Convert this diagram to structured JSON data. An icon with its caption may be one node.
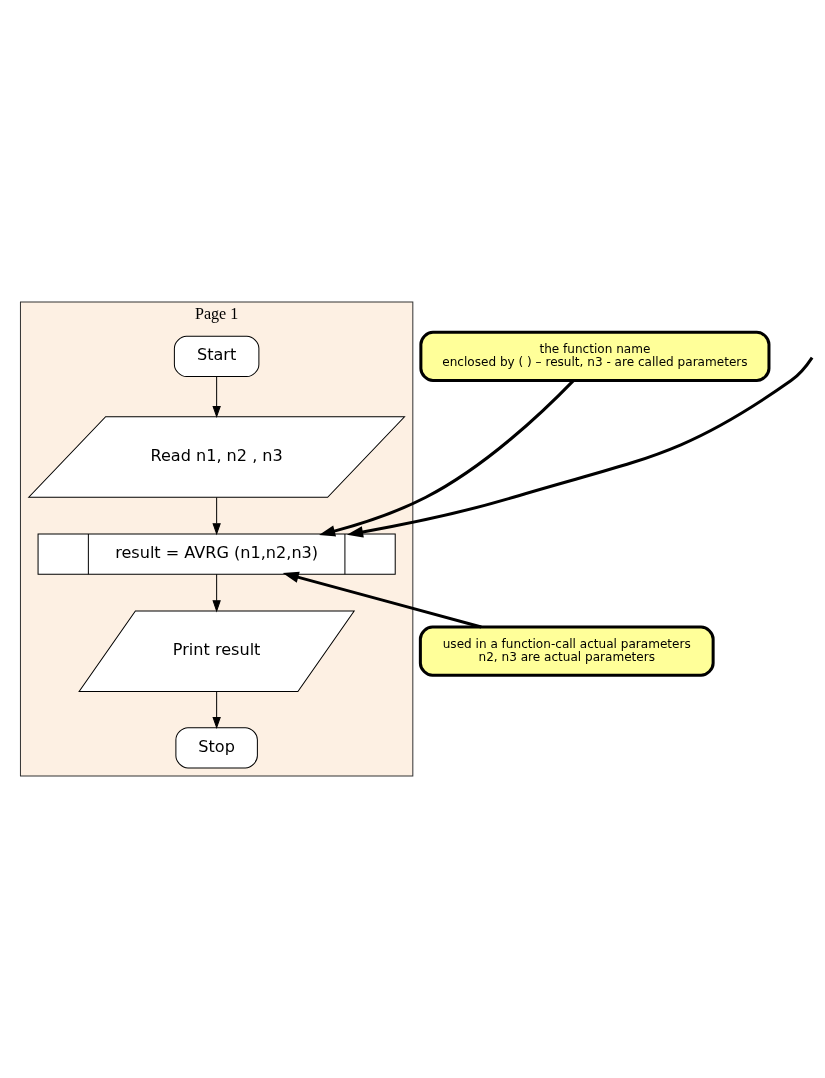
{
  "diagram": {
    "nodes": [
      {
        "text": [
          "Page 1"
        ]
      },
      {
        "text": [
          "Start"
        ],
        "in": 0
      },
      {
        "text": [
          "Read n1, n2 , n3"
        ],
        "in": 0
      },
      {
        "text": [
          "result = AVRG (n1,n2,n3)"
        ],
        "in": 0
      },
      {
        "text": [
          "Print result"
        ],
        "in": 0
      },
      {
        "text": [
          "Stop"
        ],
        "in": 0
      },
      {
        "text": [
          "the function name",
          "enclosed by ( ) – result, n3 - are called parameters"
        ]
      },
      {
        "text": [
          "used in a function-call actual parameters",
          "n2, n3 are actual parameters"
        ]
      }
    ],
    "edges": [
      {
        "from": 1,
        "to": 2,
        "arrow": "to"
      },
      {
        "from": 2,
        "to": 3,
        "arrow": "to"
      },
      {
        "from": 3,
        "to": 4,
        "arrow": "to"
      },
      {
        "from": 4,
        "to": 5,
        "arrow": "to"
      },
      {
        "from": 6,
        "to": 3,
        "arrow": "to",
        "style": "thick"
      },
      {
        "from": 7,
        "to": 3,
        "arrow": "to",
        "style": "thick"
      },
      {
        "from": null,
        "to": 3,
        "arrow": "to",
        "style": "thick"
      }
    ]
  }
}
